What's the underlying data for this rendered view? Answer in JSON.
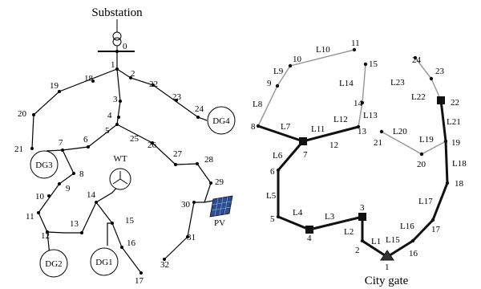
{
  "left_diagram": {
    "title": "Substation",
    "nodes": [
      "0",
      "1",
      "2",
      "3",
      "4",
      "5",
      "6",
      "7",
      "8",
      "9",
      "10",
      "11",
      "12",
      "13",
      "14",
      "15",
      "16",
      "17",
      "18",
      "19",
      "20",
      "21",
      "22",
      "23",
      "24",
      "25",
      "26",
      "27",
      "28",
      "29",
      "30",
      "31",
      "32"
    ],
    "dg_labels": [
      "DG1",
      "DG2",
      "DG3",
      "DG4"
    ],
    "wt_label": "WT",
    "pv_label": "PV"
  },
  "right_diagram": {
    "city_gate": "City gate",
    "nodes": [
      "1",
      "2",
      "3",
      "4",
      "5",
      "6",
      "7",
      "8",
      "9",
      "10",
      "11",
      "12",
      "13",
      "14",
      "15",
      "16",
      "17",
      "18",
      "19",
      "20",
      "21",
      "22",
      "23",
      "24"
    ],
    "lines": [
      "L1",
      "L2",
      "L3",
      "L4",
      "L5",
      "L6",
      "L7",
      "L8",
      "L9",
      "L10",
      "L11",
      "L12",
      "L13",
      "L14",
      "L15",
      "L16",
      "L17",
      "L18",
      "L19",
      "L20",
      "L21",
      "L22",
      "L23"
    ],
    "colors": {
      "main_line": "#111111",
      "branch_line": "#9a9a9a",
      "valve": "#111111"
    }
  }
}
